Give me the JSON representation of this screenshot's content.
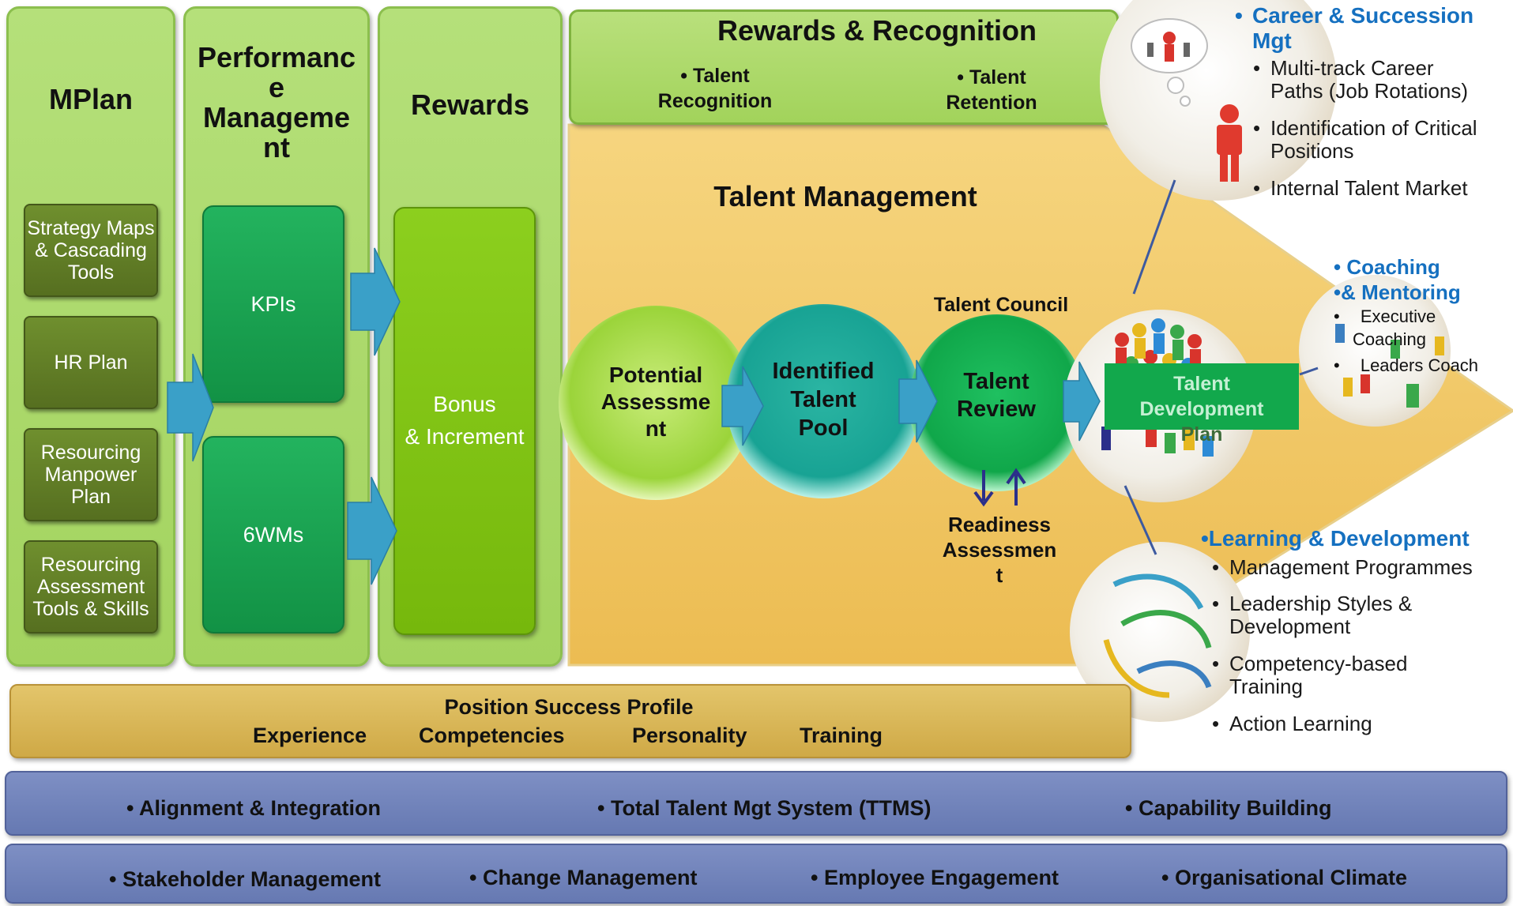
{
  "columns": {
    "mplan": {
      "title": "MPlan",
      "items": [
        "Strategy Maps & Cascading Tools",
        "HR Plan",
        "Resourcing Manpower Plan",
        "Resourcing Assessment Tools & Skills"
      ]
    },
    "performance": {
      "title_lines": [
        "Performanc",
        "e",
        "Manageme",
        "nt"
      ],
      "items": [
        "KPIs",
        "6WMs"
      ]
    },
    "rewards": {
      "title": "Rewards",
      "item_lines": [
        "Bonus",
        "& Increment"
      ]
    }
  },
  "rewards_recognition": {
    "title": "Rewards & Recognition",
    "left_lines": [
      "• Talent",
      "Recognition"
    ],
    "right_lines": [
      "• Talent",
      "Retention"
    ]
  },
  "talent_management": {
    "title": "Talent Management",
    "potential_lines": [
      "Potential",
      "Assessme",
      "nt"
    ],
    "pool_lines": [
      "Identified",
      "Talent",
      "Pool"
    ],
    "council": "Talent Council",
    "review_lines": [
      "Talent",
      "Review"
    ],
    "readiness_lines": [
      "Readiness",
      "Assessmen",
      "t"
    ],
    "tdp_lines": [
      "Talent",
      "Development",
      "Plan"
    ]
  },
  "career": {
    "heading_lines": [
      "Career & Succession",
      "Mgt"
    ],
    "items": [
      [
        "Multi-track Career",
        "Paths (Job Rotations)"
      ],
      [
        "Identification of Critical",
        "Positions"
      ],
      [
        "Internal Talent Market"
      ]
    ]
  },
  "coaching": {
    "heading_lines": [
      "• Coaching",
      "•& Mentoring"
    ],
    "items": [
      [
        "•",
        "Executive",
        "Coaching"
      ],
      [
        "•",
        "Leaders Coach"
      ]
    ]
  },
  "learning": {
    "heading": "•Learning & Development",
    "items": [
      [
        "Management Programmes"
      ],
      [
        "Leadership Styles &",
        "Development"
      ],
      [
        "Competency-based",
        "Training"
      ],
      [
        "Action Learning"
      ]
    ]
  },
  "position_profile": {
    "title": "Position Success Profile",
    "items": [
      "Experience",
      "Competencies",
      "Personality",
      "Training"
    ]
  },
  "bar1": [
    "• Alignment & Integration",
    "• Total Talent Mgt System (TTMS)",
    "• Capability Building"
  ],
  "bar2": [
    "• Stakeholder Management",
    "• Change Management",
    "• Employee Engagement",
    "• Organisational Climate"
  ],
  "colors": {
    "column_green": "#a3d35f",
    "dark_olive": "#566f20",
    "kpi_green": "#129245",
    "lime": "#76b80c",
    "talent_gold": "#f1c463",
    "profile_gold": "#d6b251",
    "bar_blue": "#6679b2",
    "heading_blue": "#1570c0",
    "arrow_teal": "#3aa0c8"
  }
}
